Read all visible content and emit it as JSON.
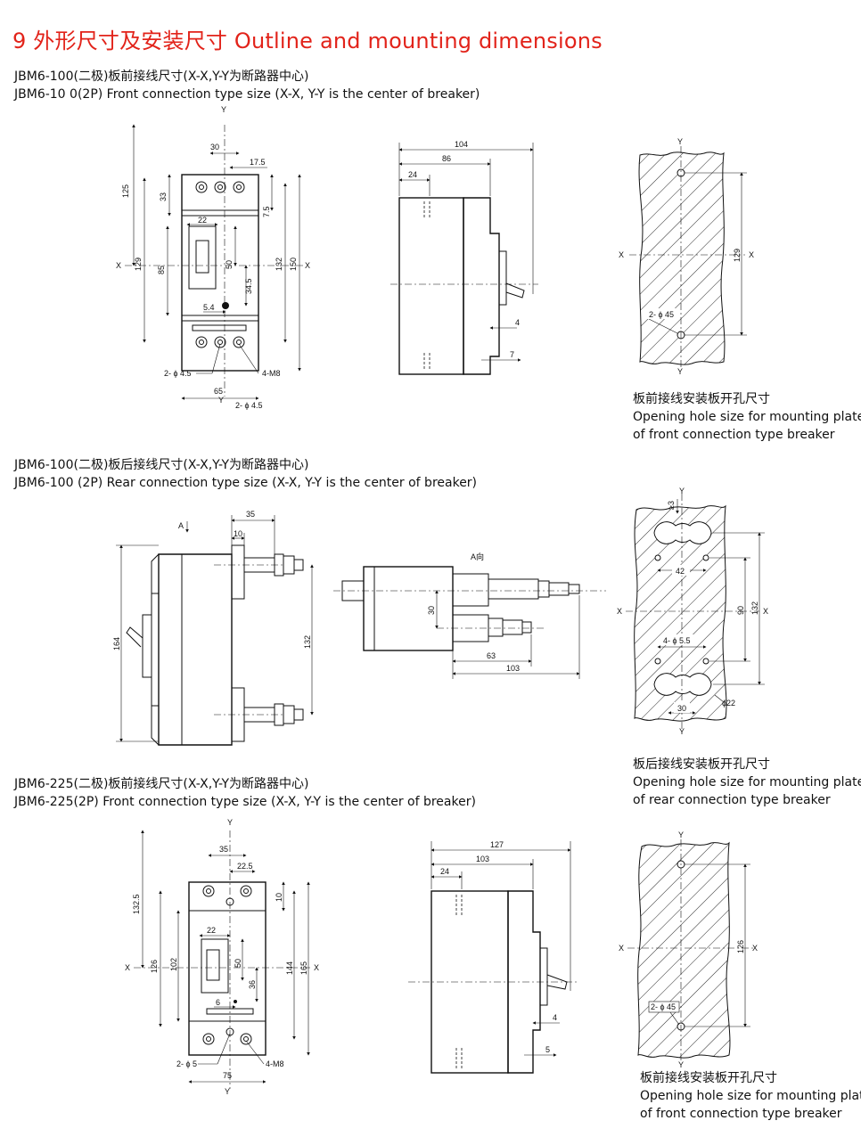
{
  "page": {
    "title": "9  外形尺寸及安装尺寸 Outline and mounting dimensions",
    "accent_color": "#e2231a"
  },
  "sections": [
    {
      "heading_cn": "JBM6-100(二极)板前接线尺寸(X-X,Y-Y为断路器中心)",
      "heading_en": "JBM6-10 0(2P) Front connection type size (X-X, Y-Y is the center of breaker)",
      "front_view": {
        "axis_x": "X",
        "axis_y": "Y",
        "dims": {
          "d30": "30",
          "d17_5": "17.5",
          "d125": "125",
          "d33": "33",
          "d7_5": "7.5",
          "d22": "22",
          "d129": "129",
          "d85": "85",
          "d50": "50",
          "d132": "132",
          "d150": "150",
          "d34_5": "34.5",
          "d5_4": "5.4",
          "d65": "65"
        },
        "hole_left": "2- ϕ 4.5",
        "screw": "4-M8",
        "hole_bottom": "2- ϕ 4.5"
      },
      "side_view": {
        "dims": {
          "d104": "104",
          "d86": "86",
          "d24": "24",
          "d4": "4",
          "d7": "7"
        }
      },
      "panel": {
        "axis_x": "X",
        "axis_y": "Y",
        "dim": "129",
        "hole": "2- ϕ 45",
        "caption_cn": "板前接线安装板开孔尺寸",
        "caption_en1": "Opening hole size for mounting plate",
        "caption_en2": "of front connection type breaker"
      }
    },
    {
      "heading_cn": "JBM6-100(二极)板后接线尺寸(X-X,Y-Y为断路器中心)",
      "heading_en": "JBM6-100 (2P) Rear connection type size (X-X, Y-Y is the center of breaker)",
      "side_view": {
        "arrow_label": "A",
        "dims": {
          "d35": "35",
          "d10": "10",
          "d164": "164",
          "d132": "132"
        }
      },
      "a_view": {
        "label": "A向",
        "dims": {
          "d30": "30",
          "d63": "63",
          "d103": "103"
        }
      },
      "panel": {
        "axis_x": "X",
        "axis_y": "Y",
        "dims": {
          "d3": "≥3",
          "d42": "42",
          "d90": "90",
          "d132": "132",
          "d30": "30"
        },
        "hole": "4- ϕ 5.5",
        "dia": "ϕ22",
        "caption_cn": "板后接线安装板开孔尺寸",
        "caption_en1": "Opening hole size for mounting plate",
        "caption_en2": "of rear connection type breaker"
      }
    },
    {
      "heading_cn": "JBM6-225(二极)板前接线尺寸(X-X,Y-Y为断路器中心)",
      "heading_en": "JBM6-225(2P) Front connection type size (X-X, Y-Y is the center of breaker)",
      "front_view": {
        "axis_x": "X",
        "axis_y": "Y",
        "dims": {
          "d35": "35",
          "d22_5": "22.5",
          "d132_5": "132.5",
          "d10": "10",
          "d22": "22",
          "d126": "126",
          "d102": "102",
          "d50": "50",
          "d36": "36",
          "d144": "144",
          "d165": "165",
          "d6": "6",
          "d75": "75"
        },
        "hole_left": "2- ϕ 5",
        "screw": "4-M8"
      },
      "side_view": {
        "dims": {
          "d127": "127",
          "d103": "103",
          "d24": "24",
          "d4": "4",
          "d5": "5"
        }
      },
      "panel": {
        "axis_x": "X",
        "axis_y": "Y",
        "dim": "126",
        "hole": "2- ϕ 45",
        "caption_cn": "板前接线安装板开孔尺寸",
        "caption_en1": "Opening hole size for mounting plate",
        "caption_en2": "of front connection type breaker"
      }
    }
  ]
}
